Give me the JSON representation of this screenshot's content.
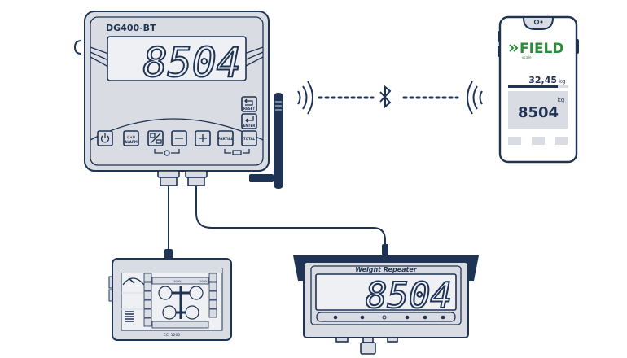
{
  "indicator": {
    "model": "DG400-BT",
    "reading": "8504",
    "buttons": {
      "reset": "RESET",
      "enter": "ENTER",
      "alarm": "ALARM",
      "partial": "PARTIAL",
      "total": "TOTAL"
    }
  },
  "link": {
    "icon": "bluetooth-icon"
  },
  "phone": {
    "brand": "FIELD",
    "brand_sub": "scale",
    "brand_color": "#2e8b3a",
    "sub_value": "32,45",
    "sub_unit": "kg",
    "main_unit": "kg",
    "main_value": "8504"
  },
  "terminal": {
    "model": "CCI 1200",
    "pct_left": "100%",
    "pct_right": "100%"
  },
  "repeater": {
    "title": "Weight  Repeater",
    "reading": "8504"
  },
  "colors": {
    "navy": "#1f3354",
    "panel": "#d9dce2",
    "display": "#eef0f4"
  }
}
